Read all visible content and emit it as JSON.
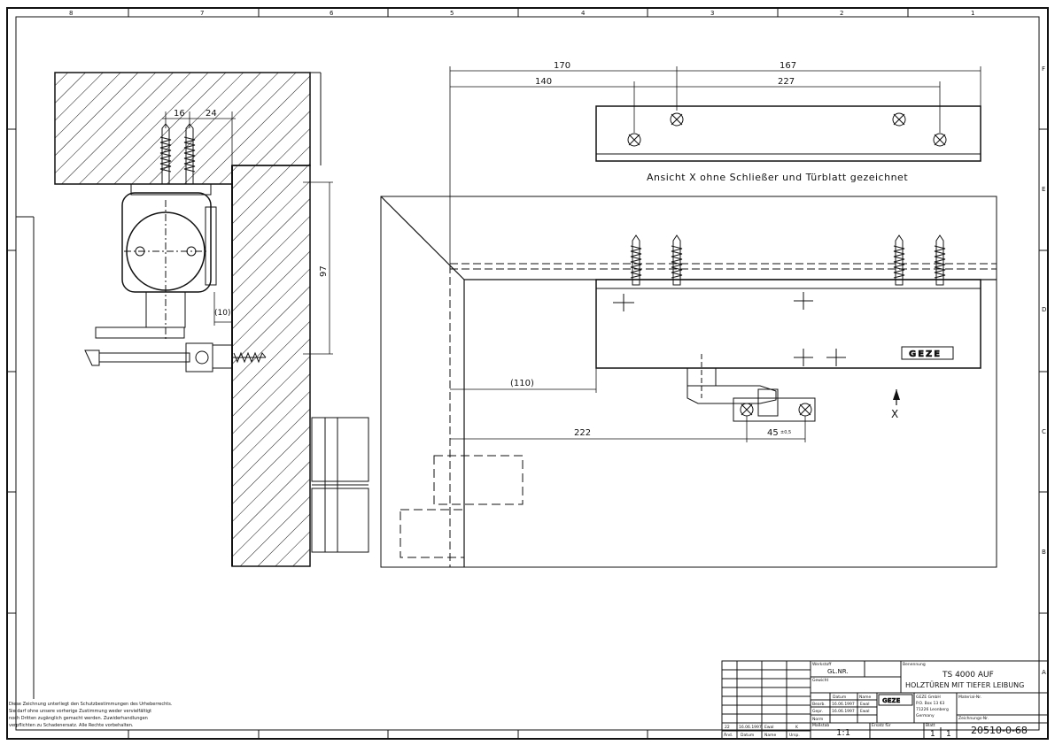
{
  "frame": {
    "col_labels": [
      "8",
      "7",
      "6",
      "5",
      "4",
      "3",
      "2",
      "1"
    ],
    "row_labels": [
      "F",
      "E",
      "D",
      "C",
      "B",
      "A"
    ]
  },
  "dimensions": {
    "d170": "170",
    "d167": "167",
    "d140": "140",
    "d227": "227",
    "d16": "16",
    "d24": "24",
    "d97": "97",
    "d10": "(10)",
    "d110": "(110)",
    "d222": "222",
    "d45": "45",
    "d45_tol": "±0,5"
  },
  "view_label": "Ansicht X ohne Schließer und Türblatt gezeichnet",
  "arrow_label": "X",
  "brand_plate": "GEZE",
  "note_text": [
    "Diese Zeichnung unterliegt den Schutzbestimmungen des Urheberrechts.",
    "Sie darf ohne unsere vorherige Zustimmung weder vervielfältigt",
    "noch Dritten zugänglich gemacht werden. Zuwiderhandlungen",
    "verpflichten zu Schadenersatz. Alle Rechte vorbehalten."
  ],
  "title_block": {
    "material_hdr": "Werkstoff",
    "material": "GL.NR.",
    "benennung_hdr": "Benennung",
    "title_line1": "TS 4000 AUF",
    "title_line2": "HOLZTÜREN MIT TIEFER LEIBUNG",
    "gepr_hdr": "Gewicht",
    "datum_hdr": "Datum",
    "name_hdr": "Name",
    "bearb_label": "Bearb.",
    "bearb_date": "16.06.1997",
    "bearb_name": "Ewal",
    "gepr_label": "Gepr.",
    "gepr_date": "16.06.1997",
    "gepr_name": "Ewal",
    "norm_label": "Norm",
    "company_logo": "GEZE",
    "company_line1": "GEZE GmbH",
    "company_line2": "P.O. Box 13 63",
    "company_line3": "71226 Leonberg",
    "company_line4": "Germany",
    "artnr_hdr": "Material-Nr.",
    "drawing_no_hdr": "Zeichnungs-Nr.",
    "drawing_no": "20510-0-68",
    "scale_hdr": "Maßstab",
    "scale": "1:1",
    "sheet_hdr": "Blatt",
    "sheet": "1",
    "sheets": "1",
    "replace_hdr": "Ersatz für",
    "rev_idx": "22",
    "rev_date": "16.06.1997",
    "rev_name": "Ewal",
    "rev_mark": "K",
    "rev_h1": "Änd.",
    "rev_h2": "Datum",
    "rev_h3": "Name",
    "rev_h4": "Ursp."
  }
}
